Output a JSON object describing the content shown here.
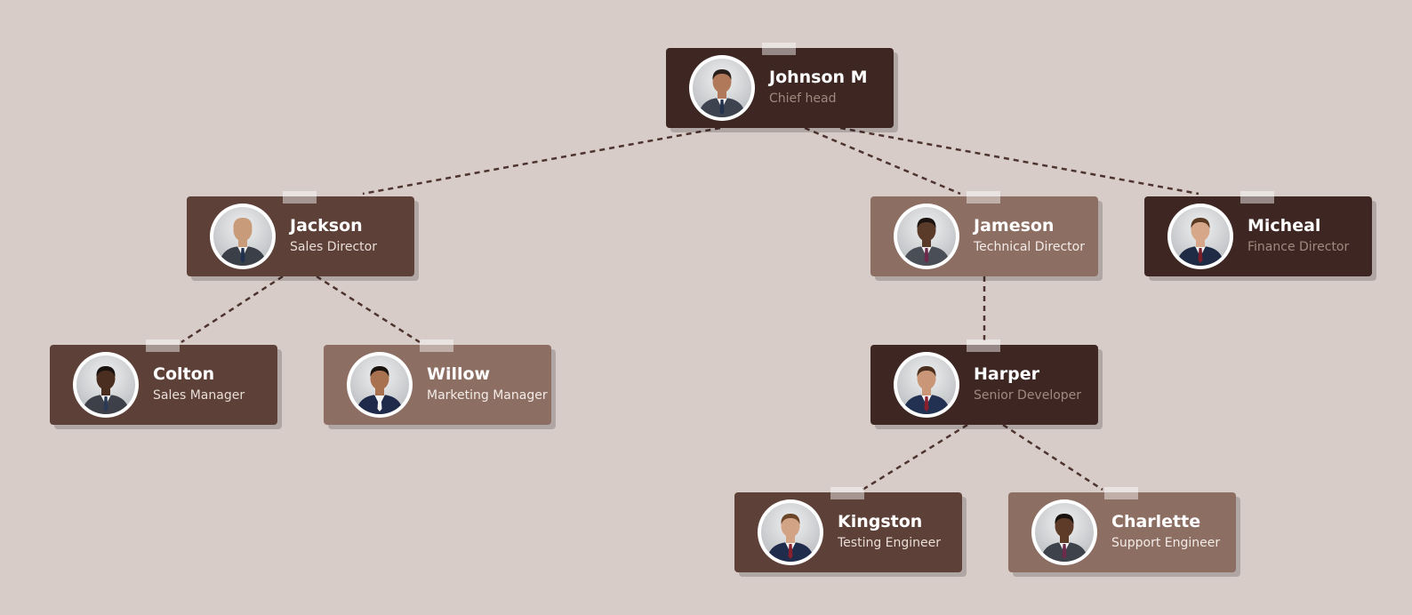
{
  "colors": {
    "background": "#d7ccc8",
    "dark": "#3e2723",
    "mid": "#5d4037",
    "light": "#8d6e63",
    "connector": "#4e342e"
  },
  "nodes": [
    {
      "id": "johnson",
      "name": "Johnson M",
      "role": "Chief head",
      "tone": "dark",
      "parent": null,
      "suit": "#3d4450",
      "tie": "#22324f",
      "skin": "#b07a5a",
      "hair": "#2a1f1a"
    },
    {
      "id": "jackson",
      "name": "Jackson",
      "role": "Sales Director",
      "tone": "mid",
      "parent": "johnson",
      "suit": "#3a3f48",
      "tie": "#20304f",
      "skin": "#c89b7b",
      "hair": "#c89b7b"
    },
    {
      "id": "jameson",
      "name": "Jameson",
      "role": "Technical Director",
      "tone": "light",
      "parent": "johnson",
      "suit": "#4a4e57",
      "tie": "#6d2a4a",
      "skin": "#5a3a28",
      "hair": "#1c1410"
    },
    {
      "id": "micheal",
      "name": "Micheal",
      "role": "Finance Director",
      "tone": "dark",
      "parent": "johnson",
      "suit": "#1f2a44",
      "tie": "#7a1e2a",
      "skin": "#d6a789",
      "hair": "#5b3a24"
    },
    {
      "id": "colton",
      "name": "Colton",
      "role": "Sales Manager",
      "tone": "mid",
      "parent": "jackson",
      "suit": "#3d4048",
      "tie": "#2b3a55",
      "skin": "#4a2e20",
      "hair": "#1a120e"
    },
    {
      "id": "willow",
      "name": "Willow",
      "role": "Marketing Manager",
      "tone": "light",
      "parent": "jackson",
      "suit": "#1f2a4a",
      "tie": "#f2f2f2",
      "skin": "#a8714f",
      "hair": "#1a120e"
    },
    {
      "id": "harper",
      "name": "Harper",
      "role": "Senior Developer",
      "tone": "dark",
      "parent": "jameson",
      "suit": "#223152",
      "tie": "#8a1f2d",
      "skin": "#c99777",
      "hair": "#4a2f1e"
    },
    {
      "id": "kingston",
      "name": "Kingston",
      "role": "Testing Engineer",
      "tone": "mid",
      "parent": "harper",
      "suit": "#1f2c4c",
      "tie": "#8a1f2d",
      "skin": "#d3a386",
      "hair": "#6a4528"
    },
    {
      "id": "charlette",
      "name": "Charlette",
      "role": "Support Engineer",
      "tone": "light",
      "parent": "harper",
      "suit": "#3e424b",
      "tie": "#6d2a4a",
      "skin": "#5e3b28",
      "hair": "#1a120e"
    }
  ]
}
